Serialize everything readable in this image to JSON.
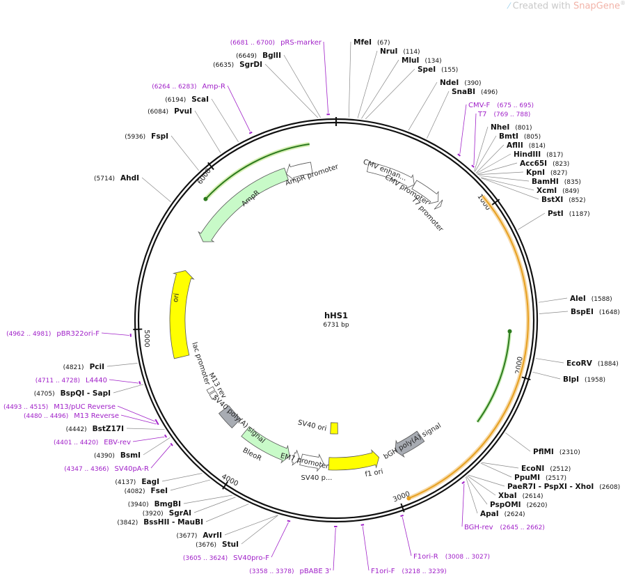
{
  "watermark": {
    "prefix": "Created with ",
    "brand": "SnapGene",
    "mark": "®"
  },
  "plasmid": {
    "name": "hHS1",
    "length_label": "6731 bp",
    "length": 6731
  },
  "ticks": [
    "1000",
    "2000",
    "3000",
    "4000",
    "5000",
    "6000"
  ],
  "enzymes": [
    {
      "name": "MfeI",
      "pos": "(67)"
    },
    {
      "name": "NruI",
      "pos": "(114)"
    },
    {
      "name": "MluI",
      "pos": "(134)"
    },
    {
      "name": "SpeI",
      "pos": "(155)"
    },
    {
      "name": "NdeI",
      "pos": "(390)"
    },
    {
      "name": "SnaBI",
      "pos": "(496)"
    },
    {
      "name": "NheI",
      "pos": "(801)"
    },
    {
      "name": "BmtI",
      "pos": "(805)"
    },
    {
      "name": "AflII",
      "pos": "(814)"
    },
    {
      "name": "HindIII",
      "pos": "(817)"
    },
    {
      "name": "Acc65I",
      "pos": "(823)"
    },
    {
      "name": "KpnI",
      "pos": "(827)"
    },
    {
      "name": "BamHI",
      "pos": "(835)"
    },
    {
      "name": "XcmI",
      "pos": "(849)"
    },
    {
      "name": "BstXI",
      "pos": "(852)"
    },
    {
      "name": "PstI",
      "pos": "(1187)"
    },
    {
      "name": "AleI",
      "pos": "(1588)"
    },
    {
      "name": "BspEI",
      "pos": "(1648)"
    },
    {
      "name": "EcoRV",
      "pos": "(1884)"
    },
    {
      "name": "BlpI",
      "pos": "(1958)"
    },
    {
      "name": "PflMI",
      "pos": "(2310)"
    },
    {
      "name": "EcoNI",
      "pos": "(2512)"
    },
    {
      "name": "PpuMI",
      "pos": "(2517)"
    },
    {
      "name": "PaeR7I - PspXI - XhoI",
      "pos": "(2608)"
    },
    {
      "name": "XbaI",
      "pos": "(2614)"
    },
    {
      "name": "PspOMI",
      "pos": "(2620)"
    },
    {
      "name": "ApaI",
      "pos": "(2624)"
    },
    {
      "name": "StuI",
      "pos": "(3676)"
    },
    {
      "name": "AvrII",
      "pos": "(3677)"
    },
    {
      "name": "BssHII - MauBI",
      "pos": "(3842)"
    },
    {
      "name": "SgrAI",
      "pos": "(3920)"
    },
    {
      "name": "BmgBI",
      "pos": "(3940)"
    },
    {
      "name": "FseI",
      "pos": "(4082)"
    },
    {
      "name": "EagI",
      "pos": "(4137)"
    },
    {
      "name": "BsmI",
      "pos": "(4390)"
    },
    {
      "name": "BstZ17I",
      "pos": "(4442)"
    },
    {
      "name": "BspQI - SapI",
      "pos": "(4705)"
    },
    {
      "name": "PciI",
      "pos": "(4821)"
    },
    {
      "name": "AhdI",
      "pos": "(5714)"
    },
    {
      "name": "FspI",
      "pos": "(5936)"
    },
    {
      "name": "PvuI",
      "pos": "(6084)"
    },
    {
      "name": "ScaI",
      "pos": "(6194)"
    },
    {
      "name": "SgrDI",
      "pos": "(6635)"
    },
    {
      "name": "BglII",
      "pos": "(6649)"
    }
  ],
  "primers": [
    {
      "name": "pRS-marker",
      "pos": "(6681 .. 6700)"
    },
    {
      "name": "Amp-R",
      "pos": "(6264 .. 6283)"
    },
    {
      "name": "CMV-F",
      "pos": "(675 .. 695)"
    },
    {
      "name": "T7",
      "pos": "(769 .. 788)"
    },
    {
      "name": "BGH-rev",
      "pos": "(2645 .. 2662)"
    },
    {
      "name": "F1ori-R",
      "pos": "(3008 .. 3027)"
    },
    {
      "name": "F1ori-F",
      "pos": "(3218 .. 3239)"
    },
    {
      "name": "pBABE 3'",
      "pos": "(3358 .. 3378)"
    },
    {
      "name": "SV40pro-F",
      "pos": "(3605 .. 3624)"
    },
    {
      "name": "SV40pA-R",
      "pos": "(4347 .. 4366)"
    },
    {
      "name": "EBV-rev",
      "pos": "(4401 .. 4420)"
    },
    {
      "name": "M13 Reverse",
      "pos": "(4480 .. 4496)"
    },
    {
      "name": "M13/pUC Reverse",
      "pos": "(4493 .. 4515)"
    },
    {
      "name": "L4440",
      "pos": "(4711 .. 4728)"
    },
    {
      "name": "pBR322ori-F",
      "pos": "(4962 .. 4981)"
    }
  ],
  "features": [
    {
      "name": "CMV enhan...",
      "color": "#ffffff"
    },
    {
      "name": "CMV promoter",
      "color": "#ffffff"
    },
    {
      "name": "T7 promoter",
      "color": "#ffffff"
    },
    {
      "name": "bGH poly(A) signal",
      "color": "#a8acb3"
    },
    {
      "name": "f1 ori",
      "color": "#ffff00"
    },
    {
      "name": "SV40 p...",
      "color": "#ffffff"
    },
    {
      "name": "EM7 promoter",
      "color": "#ffffff"
    },
    {
      "name": "BleoR",
      "color": "#c8fac8"
    },
    {
      "name": "SV40 ori",
      "color": "#ffff00"
    },
    {
      "name": "SV40 poly(A) signal",
      "color": "#a8acb3"
    },
    {
      "name": "M13 rev",
      "color": "#ffffff"
    },
    {
      "name": "lac promoter",
      "color": "#ffffff"
    },
    {
      "name": "ori",
      "color": "#ffff00"
    },
    {
      "name": "AmpR",
      "color": "#c8fac8"
    },
    {
      "name": "AmpR promoter",
      "color": "#ffffff"
    }
  ],
  "colors": {
    "primer": "#a020c8",
    "enzyme": "#111111",
    "orf": "#e6a020",
    "orf_green": "#2d7a1e",
    "backbone": "#111111"
  }
}
